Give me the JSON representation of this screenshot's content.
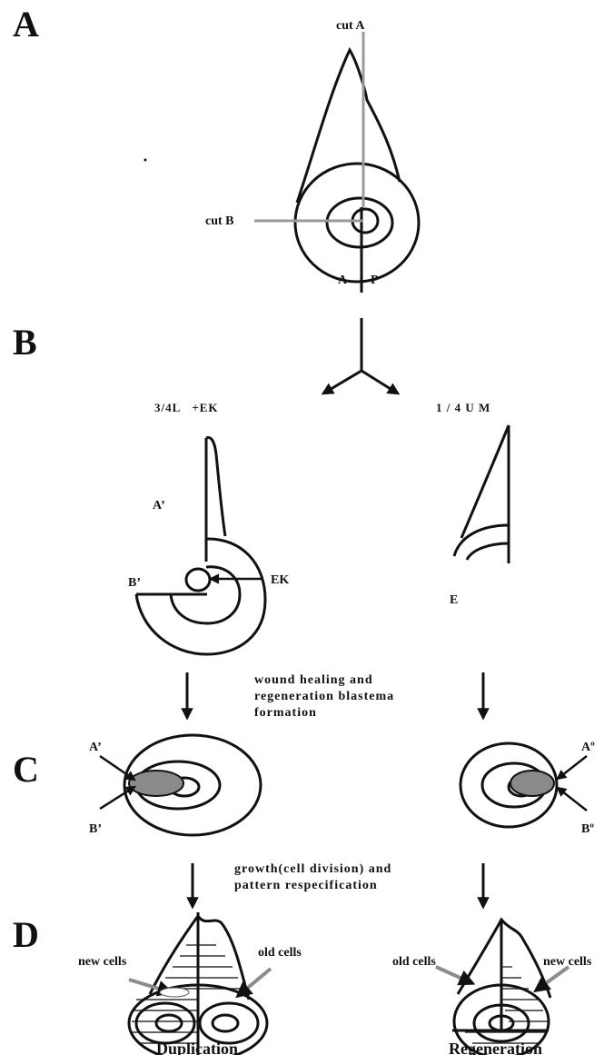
{
  "panels": {
    "a": "A",
    "b": "B",
    "c": "C",
    "d": "D"
  },
  "panel_a": {
    "cut_a": "cut A",
    "cut_b": "cut B",
    "axis_a": "A",
    "axis_p": "P"
  },
  "panel_b": {
    "left_title": "3/4L   +EK",
    "right_title": "1 / 4 U M",
    "a_prime": "A’",
    "b_prime": "B’",
    "ek": "EK",
    "right_b": "E",
    "process": [
      "wound healing and",
      "regeneration blastema",
      "formation"
    ]
  },
  "panel_c": {
    "left_a": "A’",
    "left_b": "B’",
    "right_a": "Aº",
    "right_b": "Bº",
    "process": [
      "growth(cell division) and",
      "pattern respecification"
    ]
  },
  "panel_d": {
    "left_new": "new cells",
    "left_old": "old cells",
    "right_old": "old cells",
    "right_new": "new cells",
    "left_caption": "Duplication",
    "right_caption": "Regeneration"
  },
  "colors": {
    "ink": "#111111",
    "cut_line": "#9a9a9a",
    "blastema": "#8a8a8a",
    "arrow_gray": "#8c8c8c"
  }
}
